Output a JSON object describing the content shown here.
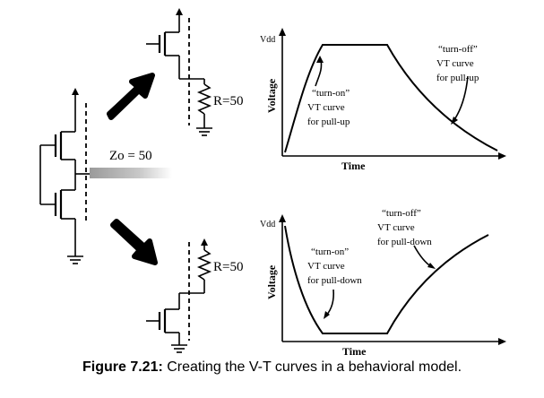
{
  "figure": {
    "zo_label": "Zo = 50",
    "top_resistor_label": "R=50",
    "bottom_resistor_label": "R=50",
    "top_chart": {
      "y_tick": "Vdd",
      "y_label": "Voltage",
      "x_label": "Time",
      "annotation_on": [
        "“turn-on”",
        "VT curve",
        "for pull-up"
      ],
      "annotation_off": [
        "“turn-off”",
        "VT curve",
        "for pull-up"
      ]
    },
    "bottom_chart": {
      "y_tick": "Vdd",
      "y_label": "Voltage",
      "x_label": "Time",
      "annotation_on": [
        "“turn-on”",
        "VT curve",
        "for pull-down"
      ],
      "annotation_off": [
        "“turn-off”",
        "VT curve",
        "for pull-down"
      ]
    }
  },
  "caption": {
    "label": "Figure 7.21:",
    "text": " Creating the V-T curves in a behavioral model."
  }
}
